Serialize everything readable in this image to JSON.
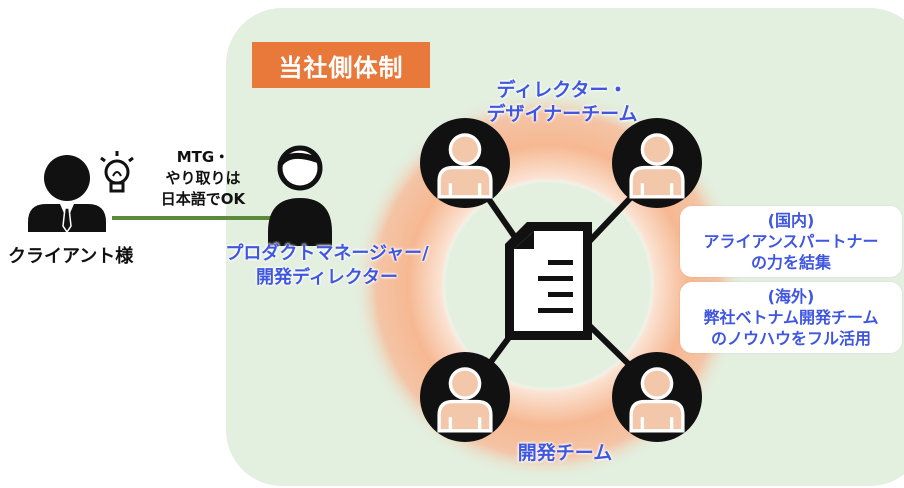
{
  "badge": {
    "label": "当社側体制"
  },
  "labels": {
    "director_team": [
      "ディレクター・",
      "デザイナーチーム"
    ],
    "dev_team": "開発チーム",
    "client": "クライアント様",
    "pm": [
      "プロダクトマネージャー/",
      "開発ディレクター"
    ],
    "mtg_note": [
      "MTG・",
      "やり取りは",
      "日本語でOK"
    ]
  },
  "callouts": {
    "domestic": [
      "(国内)",
      "アライアンスパートナー",
      "の力を結集"
    ],
    "overseas": [
      "(海外)",
      "弊社ベトナム開発チーム",
      "のノウハウをフル活用"
    ]
  },
  "colors": {
    "panel": "#e3efdf",
    "accent_orange": "#e8793b",
    "label_blue": "#3f56e0",
    "person_circle": "#111111",
    "person_fill": "#f3c7aa",
    "line_green": "#5a8a3a"
  },
  "icons": [
    "person-icon",
    "lightbulb-icon",
    "document-icon",
    "team-member-icon"
  ]
}
